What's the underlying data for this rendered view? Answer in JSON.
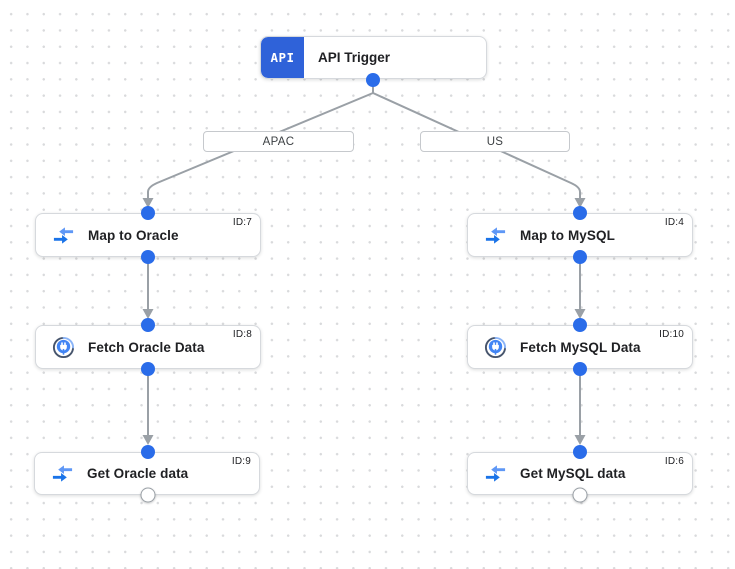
{
  "app": "integration-flow-canvas",
  "trigger": {
    "badge": "API",
    "label": "API Trigger"
  },
  "branches": [
    {
      "label": "APAC"
    },
    {
      "label": "US"
    }
  ],
  "nodes": [
    {
      "id": "ID:7",
      "label": "Map to Oracle",
      "icon": "data-mapping-icon"
    },
    {
      "id": "ID:8",
      "label": "Fetch Oracle Data",
      "icon": "connector-icon"
    },
    {
      "id": "ID:9",
      "label": "Get Oracle data",
      "icon": "data-mapping-icon"
    },
    {
      "id": "ID:4",
      "label": "Map to MySQL",
      "icon": "data-mapping-icon"
    },
    {
      "id": "ID:10",
      "label": "Fetch MySQL Data",
      "icon": "connector-icon"
    },
    {
      "id": "ID:6",
      "label": "Get MySQL data",
      "icon": "data-mapping-icon"
    }
  ],
  "colors": {
    "accent_blue": "#2a6ce9",
    "trigger_badge_blue": "#2f62d9",
    "edge_gray": "#9aa0a6",
    "node_border": "#d6d9dd",
    "grid_dot": "#d9dadc",
    "icon_blue_dark": "#1a73e8",
    "icon_blue_light": "#5e97f6"
  }
}
